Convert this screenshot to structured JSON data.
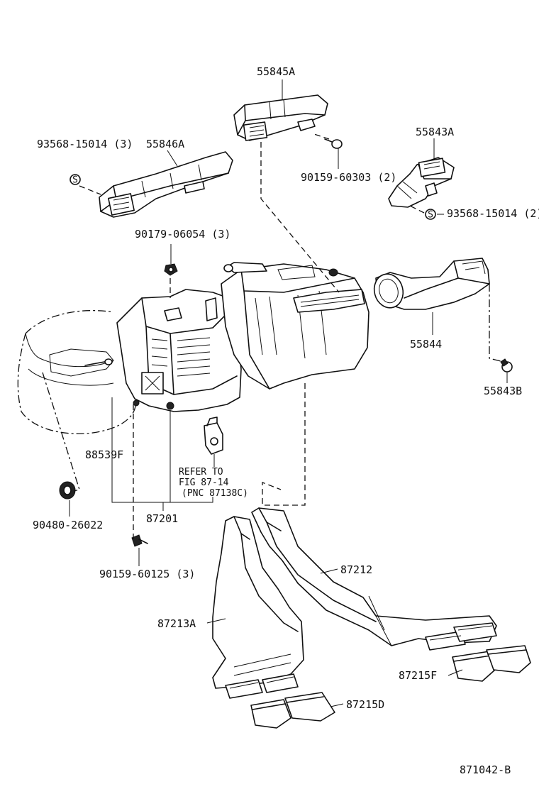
{
  "diagram_id": "871042-B",
  "refer_note": {
    "line1": "REFER TO",
    "line2": "FIG 87-14",
    "line3": "(PNC 87138C)"
  },
  "parts": [
    {
      "id": "p-55845a",
      "label": "55845A"
    },
    {
      "id": "p-55846a",
      "label": "55846A"
    },
    {
      "id": "p-93568-left",
      "label": "93568-15014 (3)"
    },
    {
      "id": "p-55843a",
      "label": "55843A"
    },
    {
      "id": "p-90159-60303",
      "label": "90159-60303 (2)"
    },
    {
      "id": "p-93568-right",
      "label": "93568-15014 (2)"
    },
    {
      "id": "p-90179",
      "label": "90179-06054 (3)"
    },
    {
      "id": "p-55844",
      "label": "55844"
    },
    {
      "id": "p-55843b",
      "label": "55843B"
    },
    {
      "id": "p-88539f",
      "label": "88539F"
    },
    {
      "id": "p-87201",
      "label": "87201"
    },
    {
      "id": "p-90480",
      "label": "90480-26022"
    },
    {
      "id": "p-90159-60125",
      "label": "90159-60125 (3)"
    },
    {
      "id": "p-87212",
      "label": "87212"
    },
    {
      "id": "p-87213a",
      "label": "87213A"
    },
    {
      "id": "p-87215f",
      "label": "87215F"
    },
    {
      "id": "p-87215d",
      "label": "87215D"
    }
  ],
  "clip_symbol": "S"
}
